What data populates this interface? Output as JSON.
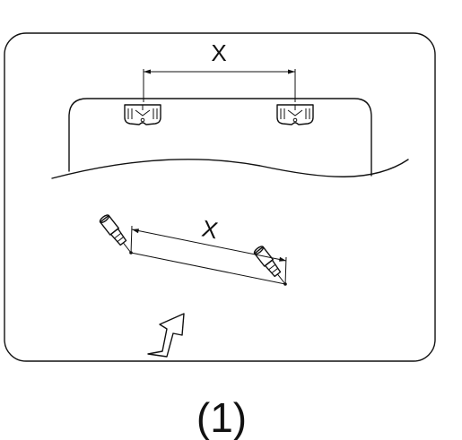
{
  "figure": {
    "caption": "(1)",
    "upper_dimension_label": "X",
    "lower_dimension_label": "X"
  },
  "icons": {
    "bracket": "wall-bracket-icon",
    "anchor": "wall-anchor-screw-icon",
    "arrow": "insert-direction-arrow-icon"
  },
  "colors": {
    "ink": "#111111",
    "background": "#ffffff"
  }
}
